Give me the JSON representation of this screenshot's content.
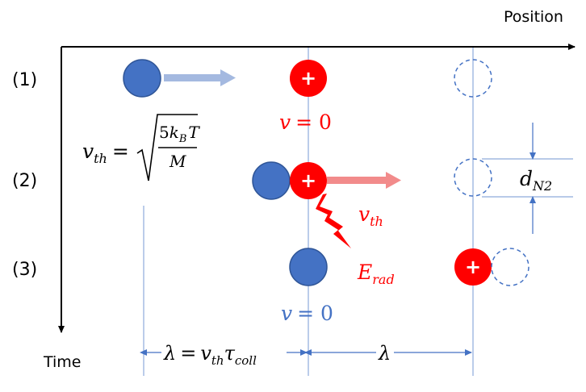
{
  "axes": {
    "x_label": "Position",
    "y_label": "Time"
  },
  "steps": [
    "(1)",
    "(2)",
    "(3)"
  ],
  "labels": {
    "velocity_zero_red": {
      "var": "v",
      "eq": "= 0"
    },
    "velocity_zero_blue": {
      "var": "v",
      "eq": "= 0"
    },
    "vth_formula": {
      "lhs": "v",
      "lhs_sub": "th",
      "eq": "=",
      "num_coef": "5",
      "num_k": "k",
      "num_sub": "B",
      "num_T": "T",
      "den": "M"
    },
    "vth_label": {
      "var": "v",
      "sub": "th"
    },
    "erad_label": {
      "var": "E",
      "sub": "rad"
    },
    "dn2_label": {
      "var": "d",
      "sub": "N2"
    },
    "lambda_eq": {
      "lambda": "λ",
      "eq": "=",
      "v": "v",
      "v_sub": "th",
      "tau": "τ",
      "tau_sub": "coll"
    },
    "lambda_right": "λ",
    "plus_sign": "+"
  },
  "colors": {
    "neutral_blue": "#4472c4",
    "ion_red": "#ff0000",
    "arrow_light_blue": "#a4b9e0",
    "arrow_light_red": "#f28b8b",
    "guide_line": "#8eaadb",
    "text_blue": "#4472c4",
    "text_red": "#ff0000"
  },
  "icons": [
    "lightning-bolt-icon",
    "plus-icon"
  ]
}
